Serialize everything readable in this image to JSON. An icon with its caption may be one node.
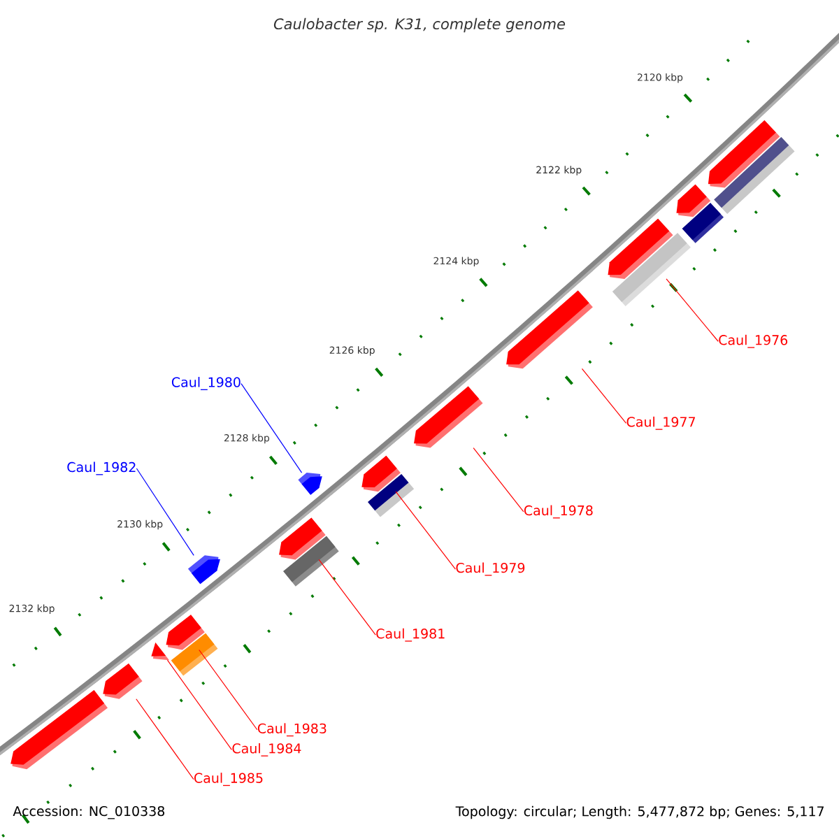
{
  "diagram": {
    "title": "Caulobacter sp. K31, complete genome",
    "nodes": [
      {
        "text": [
          "Caul_1980"
        ]
      },
      {
        "text": [
          "Caul_1982"
        ]
      },
      {
        "text": [
          "Caul_1976"
        ]
      },
      {
        "text": [
          "Caul_1977"
        ]
      },
      {
        "text": [
          "Caul_1978"
        ]
      },
      {
        "text": [
          "Caul_1979"
        ]
      },
      {
        "text": [
          "Caul_1981"
        ]
      },
      {
        "text": [
          "Caul_1983"
        ]
      },
      {
        "text": [
          "Caul_1984"
        ]
      },
      {
        "text": [
          "Caul_1985"
        ]
      },
      {
        "text": [],
        "shape": "pentagon"
      },
      {
        "text": [],
        "shape": "bar"
      },
      {
        "text": [],
        "shape": "pentagon"
      },
      {
        "text": [],
        "shape": "bar"
      },
      {
        "text": [],
        "shape": "pentagon"
      },
      {
        "text": [],
        "shape": "bar"
      },
      {
        "text": [],
        "shape": "pentagon"
      },
      {
        "text": [],
        "shape": "pentagon"
      },
      {
        "text": [],
        "shape": "pentagon"
      },
      {
        "text": [],
        "shape": "bar"
      },
      {
        "text": [],
        "shape": "pentagon"
      },
      {
        "text": [],
        "shape": "pentagon"
      },
      {
        "text": [],
        "shape": "bar"
      },
      {
        "text": [],
        "shape": "pentagon"
      },
      {
        "text": [],
        "shape": "pentagon"
      },
      {
        "text": [],
        "shape": "bar"
      },
      {
        "text": [],
        "shape": "triangle"
      },
      {
        "text": [],
        "shape": "pentagon"
      },
      {
        "text": [],
        "shape": "pentagon"
      }
    ],
    "edges": [
      {
        "from": 0,
        "to": 20,
        "arrow": "none",
        "color": "#0000ff"
      },
      {
        "from": 1,
        "to": 23,
        "arrow": "none",
        "color": "#0000ff"
      },
      {
        "from": 2,
        "to": 14,
        "arrow": "none"
      },
      {
        "from": 3,
        "to": 16,
        "arrow": "none"
      },
      {
        "from": 4,
        "to": 17,
        "arrow": "none"
      },
      {
        "from": 5,
        "to": 18,
        "arrow": "none"
      },
      {
        "from": 6,
        "to": 21,
        "arrow": "none"
      },
      {
        "from": 7,
        "to": 24,
        "arrow": "none"
      },
      {
        "from": 8,
        "to": 26,
        "arrow": "none"
      },
      {
        "from": 9,
        "to": 27,
        "arrow": "none"
      }
    ],
    "labels": [
      "2120 kbp",
      "2122 kbp",
      "2124 kbp",
      "2126 kbp",
      "2128 kbp",
      "2130 kbp",
      "2132 kbp",
      "Accession: NC_010338",
      "Topology: circular; Length: 5,477,872 bp; Genes: 5,117"
    ]
  }
}
